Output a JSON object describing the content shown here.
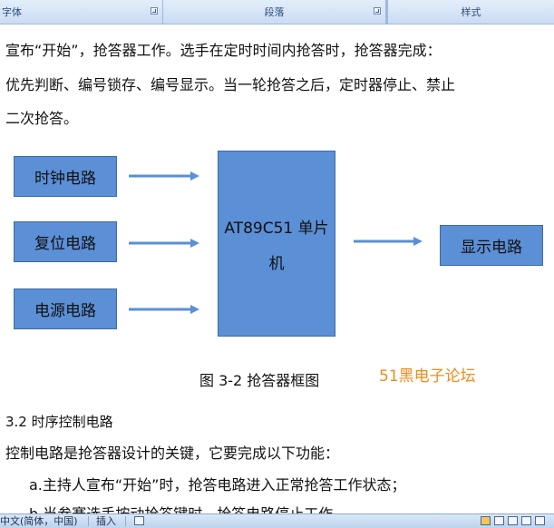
{
  "ribbon": {
    "groups": [
      {
        "label": "字体"
      },
      {
        "label": "段落"
      },
      {
        "label": "样式"
      }
    ]
  },
  "document": {
    "paragraph1": [
      "宣布“开始”，抢答器工作。选手在定时时间内抢答时，抢答器完成：",
      "优先判断、编号锁存、编号显示。当一轮抢答之后，定时器停止、禁止",
      "二次抢答。"
    ],
    "diagram": {
      "block_clock": "时钟电路",
      "block_reset": "复位电路",
      "block_power": "电源电路",
      "block_mcu_line1": "AT89C51 单片",
      "block_mcu_line2": "机",
      "block_display": "显示电路",
      "fill_color": "#5b8fd6"
    },
    "caption": "图 3-2  抢答器框图",
    "watermark": "51黑电子论坛",
    "section_heading": "3.2 时序控制电路",
    "body_line": "控制电路是抢答器设计的关键，它要完成以下功能：",
    "list_item_a": "a.主持人宣布“开始”时，抢答电路进入正常抢答工作状态；",
    "list_item_b_partial": "b.当参赛选手按动抢答键时，抢答电路停止工作。"
  },
  "statusbar": {
    "language": "中文(简体，中国)",
    "insert_mode": "插入"
  }
}
